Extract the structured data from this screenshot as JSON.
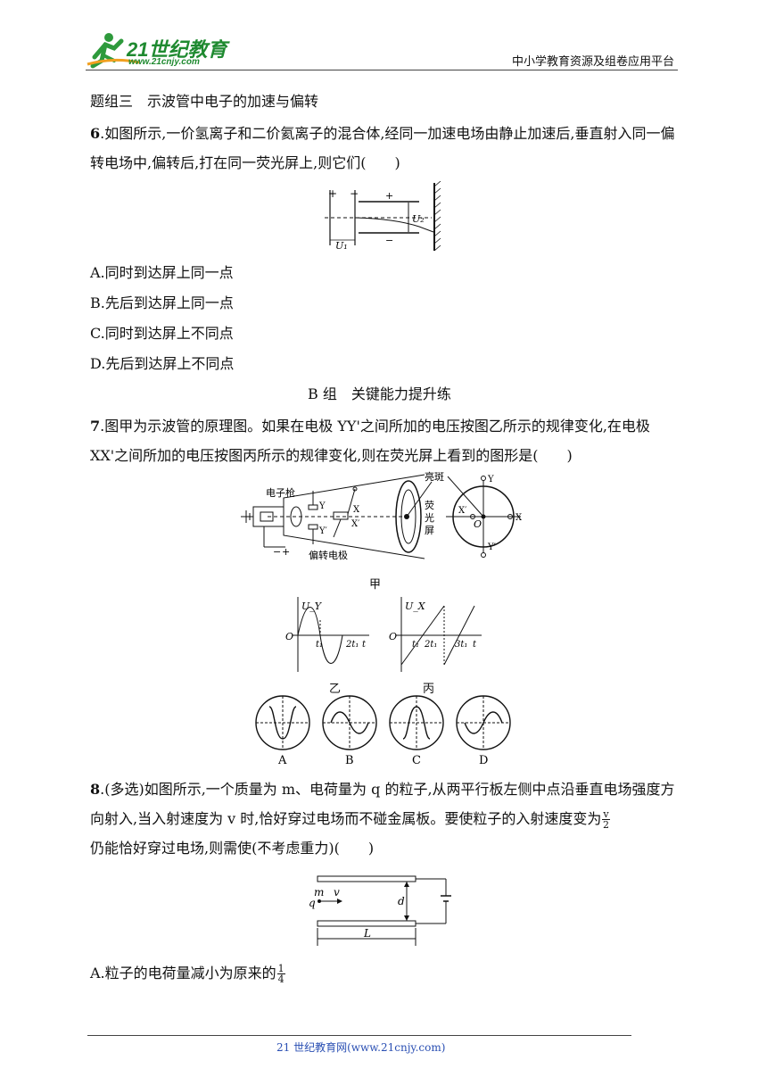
{
  "header": {
    "logo_text": "21世纪教育",
    "logo_url_text": "www.21cnjy.com",
    "platform": "中小学教育资源及组卷应用平台"
  },
  "section3": {
    "title": "题组三　示波管中电子的加速与偏转"
  },
  "q6": {
    "number": "6",
    "text": ".如图所示,一价氢离子和二价氦离子的混合体,经同一加速电场由静止加速后,垂直射入同一偏转电场中,偏转后,打在同一荧光屏上,则它们(　　)",
    "fig": {
      "plus1": "+",
      "minus1": "−",
      "plus2": "+",
      "minus2": "−",
      "u1": "U₁",
      "u2": "U₂"
    },
    "options": [
      "A.同时到达屏上同一点",
      "B.先后到达屏上同一点",
      "C.同时到达屏上不同点",
      "D.先后到达屏上不同点"
    ]
  },
  "groupB": {
    "title": "B 组　关键能力提升练"
  },
  "q7": {
    "number": "7",
    "text": ".图甲为示波管的原理图。如果在电极 YY'之间所加的电压按图乙所示的规律变化,在电极 XX'之间所加的电压按图丙所示的规律变化,则在荧光屏上看到的图形是(　　)",
    "fig_jia": {
      "gun": "电子枪",
      "electrode": "偏转电极",
      "spot": "亮斑",
      "screen": [
        "荧",
        "光",
        "屏"
      ],
      "Y": "Y",
      "Yp": "Y′",
      "X": "X",
      "Xp": "X′",
      "O": "O",
      "minus": "−",
      "plus": "+",
      "caption": "甲"
    },
    "fig_yi": {
      "ylabel": "U_Y",
      "O": "O",
      "t1": "t₁",
      "t2": "2t₁",
      "t": "t",
      "caption": "乙"
    },
    "fig_bing": {
      "ylabel": "U_X",
      "O": "O",
      "t1": "t₁",
      "t2": "2t₁",
      "t3": "3t₁",
      "t": "t",
      "caption": "丙"
    },
    "choices": [
      "A",
      "B",
      "C",
      "D"
    ]
  },
  "q8": {
    "number": "8",
    "text_a": ".(多选)如图所示,一个质量为 m、电荷量为 q 的粒子,从两平行板左侧中点沿垂直电场强度方向射入,当入射速度为 v 时,恰好穿过电场而不碰金属板。要使粒子的入射速度变为",
    "frac_num": "v",
    "frac_den": "2",
    "text_b": "仍能恰好穿过电场,则需使(不考虑重力)(　　)",
    "fig": {
      "m": "m",
      "q": "q",
      "v": "v",
      "d": "d",
      "L": "L"
    },
    "optA_text": "A.粒子的电荷量减小为原来的",
    "optA_num": "1",
    "optA_den": "4"
  },
  "footer": {
    "text": "21 世纪教育网(www.21cnjy.com)"
  }
}
